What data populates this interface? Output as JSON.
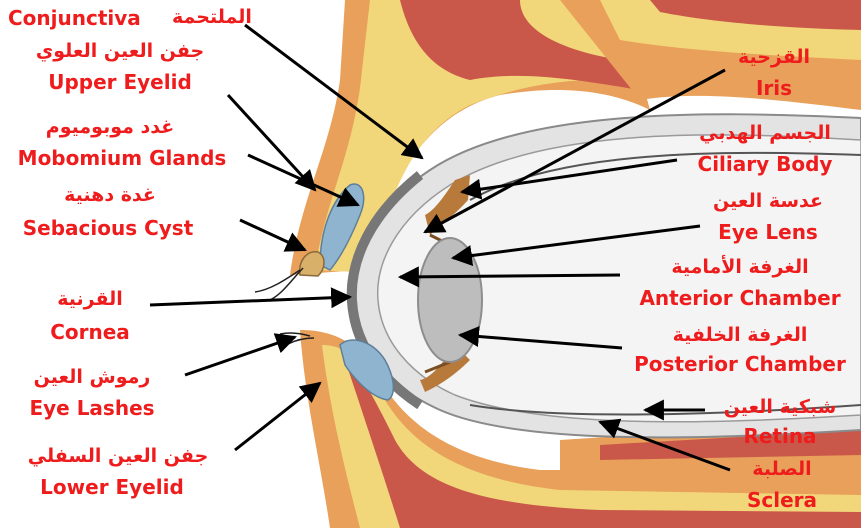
{
  "colors": {
    "label_text": "#ee1c1c",
    "pointer_line": "#000000",
    "skin_orange": "#e8a05a",
    "fat_yellow": "#f2d77a",
    "muscle_red": "#c9574a",
    "sclera_gray": "#cfcfcf",
    "lens_gray": "#bdbdbd",
    "gland_blue": "#8fb4d0",
    "iris_brown": "#b87a3a"
  },
  "labels": {
    "conjunctiva": {
      "en": "Conjunctiva",
      "ar": "الملتحمة"
    },
    "upper_eyelid": {
      "en": "Upper Eyelid",
      "ar": "جفن العين العلوي"
    },
    "mobomium_glands": {
      "en": "Mobomium Glands",
      "ar": "غدد موبوميوم"
    },
    "sebacious_cyst": {
      "en": "Sebacious Cyst",
      "ar": "غدة دهنية"
    },
    "cornea": {
      "en": "Cornea",
      "ar": "القرنية"
    },
    "eye_lashes": {
      "en": "Eye Lashes",
      "ar": "رموش العين"
    },
    "lower_eyelid": {
      "en": "Lower Eyelid",
      "ar": "جفن العين السفلي"
    },
    "iris": {
      "en": "Iris",
      "ar": "القزحية"
    },
    "ciliary_body": {
      "en": "Ciliary Body",
      "ar": "الجسم الهدبي"
    },
    "eye_lens": {
      "en": "Eye Lens",
      "ar": "عدسة العين"
    },
    "anterior_chamber": {
      "en": "Anterior Chamber",
      "ar": "الغرفة الأمامية"
    },
    "posterior_chamber": {
      "en": "Posterior Chamber",
      "ar": "الغرفة الخلفية"
    },
    "retina": {
      "en": "Retina",
      "ar": "شبكية العين"
    },
    "sclera": {
      "en": "Sclera",
      "ar": "الصلبة"
    }
  }
}
